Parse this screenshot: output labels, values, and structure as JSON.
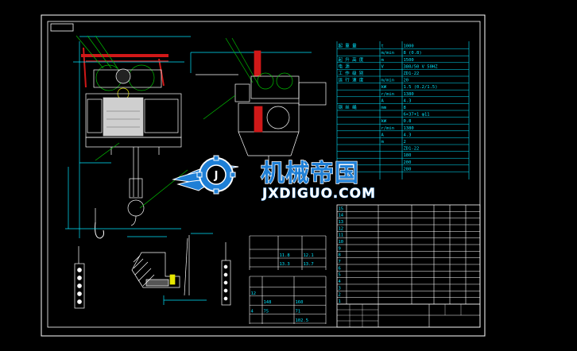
{
  "watermark": {
    "title": "机械帝国",
    "url": "JXDIGUO.COM"
  },
  "colors": {
    "background": "#000000",
    "frame": "#ffffff",
    "cad_cyan": "#00e5ff",
    "cad_red": "#d01818",
    "cad_yellow": "#e8e800",
    "cad_green": "#00c000",
    "watermark_blue": "#1e7fd6"
  },
  "params_table": {
    "rows": [
      [
        "起 重 量",
        "t",
        "1000"
      ],
      [
        "",
        "m/min",
        "8 (0.8)"
      ],
      [
        "起 升 高 度",
        "m",
        "1500"
      ],
      [
        "电 源",
        "V",
        "380/50 V  50HZ"
      ],
      [
        "工 作 级 别",
        "",
        "ZD1-22"
      ],
      [
        "运 行 速 度",
        "m/min",
        "20"
      ],
      [
        "",
        "kW",
        "1.5 (0.2/1.5)"
      ],
      [
        "",
        "r/min",
        "1380"
      ],
      [
        "",
        "A",
        "4.3"
      ],
      [
        "钢 丝 绳",
        "mm",
        "8"
      ],
      [
        "",
        "",
        "6×37+1 φ11"
      ],
      [
        "",
        "kW",
        "0.8"
      ],
      [
        "",
        "r/min",
        "1380"
      ],
      [
        "",
        "A",
        "4.3"
      ],
      [
        "",
        "m",
        "2"
      ],
      [
        "",
        "",
        "ZD1-22"
      ],
      [
        "",
        "",
        "180"
      ],
      [
        "",
        "",
        "200"
      ],
      [
        "",
        "",
        "280"
      ]
    ]
  },
  "weights_table": {
    "rows": [
      [
        "",
        "",
        ""
      ],
      [
        "",
        "11.8",
        "12.1"
      ],
      [
        "",
        "13.3",
        "13.7"
      ]
    ]
  },
  "bottom_table": {
    "rows": [
      [
        "",
        "",
        ""
      ],
      [
        "12",
        "",
        ""
      ],
      [
        "",
        "148",
        "160"
      ],
      [
        "4",
        "75",
        "71"
      ],
      [
        "",
        "",
        "102.5"
      ]
    ]
  },
  "parts_list": {
    "rows": [
      [
        "15",
        "",
        "",
        "",
        ""
      ],
      [
        "14",
        "",
        "",
        "",
        ""
      ],
      [
        "13",
        "",
        "",
        "",
        ""
      ],
      [
        "12",
        "",
        "",
        "",
        ""
      ],
      [
        "11",
        "",
        "",
        "",
        ""
      ],
      [
        "10",
        "",
        "",
        "",
        ""
      ],
      [
        "9",
        "",
        "",
        "",
        ""
      ],
      [
        "8",
        "",
        "",
        "",
        ""
      ],
      [
        "7",
        "",
        "",
        "",
        ""
      ],
      [
        "6",
        "",
        "",
        "",
        ""
      ],
      [
        "5",
        "",
        "",
        "",
        ""
      ],
      [
        "4",
        "",
        "",
        "",
        ""
      ],
      [
        "3",
        "",
        "",
        "",
        ""
      ],
      [
        "2",
        "",
        "",
        "",
        ""
      ],
      [
        "1",
        "",
        "",
        "",
        ""
      ]
    ]
  }
}
